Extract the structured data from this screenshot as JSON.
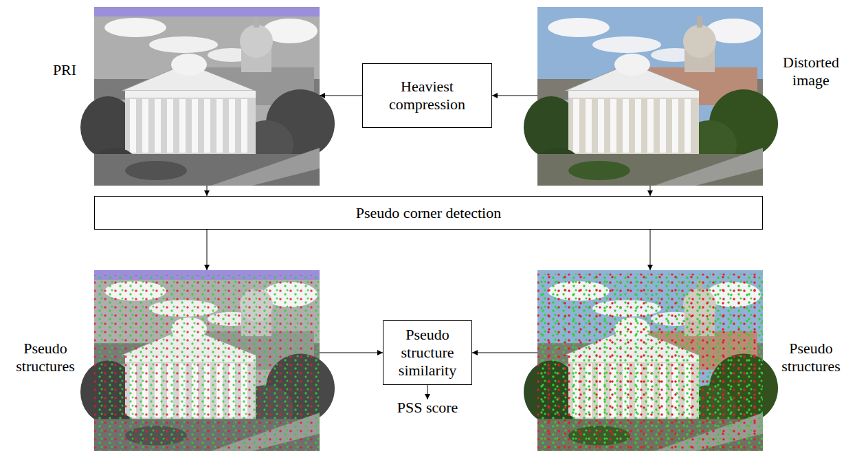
{
  "diagram": {
    "nodes": [
      {
        "text": [
          "PRI"
        ]
      },
      {
        "text": [
          "Heaviest compression"
        ]
      },
      {
        "text": [
          "Distorted image"
        ]
      },
      {
        "text": [
          "Pseudo corner detection"
        ]
      },
      {
        "text": [
          "Pseudo structures"
        ]
      },
      {
        "text": [
          "Pseudo structure similarity"
        ]
      },
      {
        "text": [
          "Pseudo structures"
        ]
      }
    ],
    "edges": [
      {
        "from": 2,
        "to": 1,
        "arrow": "to"
      },
      {
        "from": 1,
        "to": 0,
        "arrow": "to"
      },
      {
        "from": 0,
        "to": 3,
        "arrow": "to"
      },
      {
        "from": 2,
        "to": 3,
        "arrow": "to"
      },
      {
        "from": 3,
        "to": 4,
        "arrow": "to"
      },
      {
        "from": 3,
        "to": 6,
        "arrow": "to"
      },
      {
        "from": 4,
        "to": 5,
        "arrow": "to"
      },
      {
        "from": 6,
        "to": 5,
        "arrow": "to"
      }
    ],
    "labels": [
      "PSS score"
    ]
  }
}
